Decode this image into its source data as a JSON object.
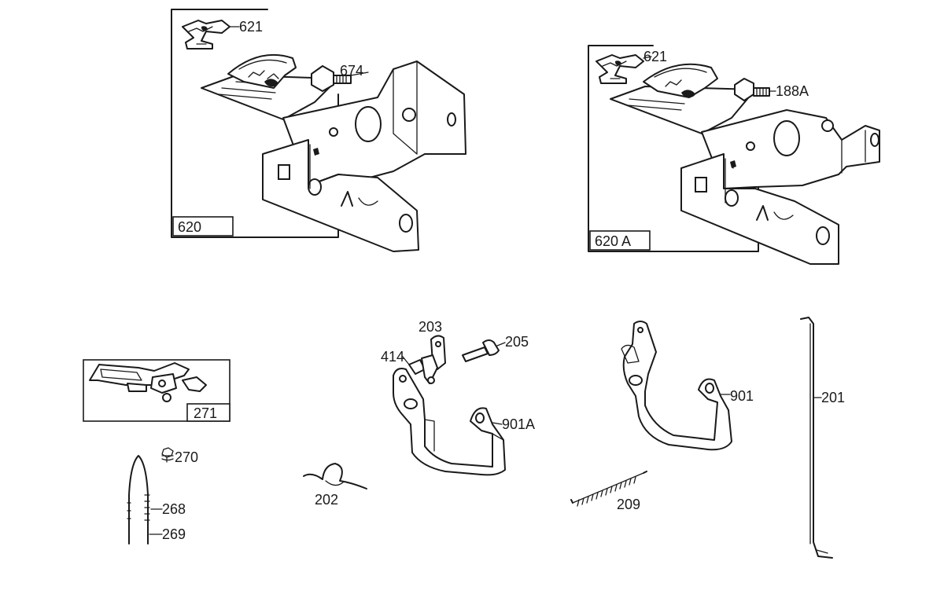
{
  "labels": {
    "p621a": "621",
    "p674": "674",
    "p620": "620",
    "p621b": "621",
    "p188a": "188A",
    "p620a": "620 A",
    "p271": "271",
    "p270": "270",
    "p268": "268",
    "p269": "269",
    "p202": "202",
    "p203": "203",
    "p205": "205",
    "p414": "414",
    "p901a": "901A",
    "p901": "901",
    "p209": "209",
    "p201": "201"
  }
}
